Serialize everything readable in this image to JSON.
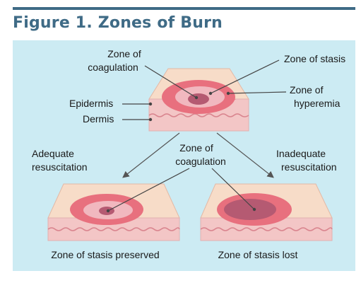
{
  "figure": {
    "title": "Figure 1. Zones of Burn"
  },
  "labels": {
    "top_coag_line1": "Zone of",
    "top_coag_line2": "coagulation",
    "stasis": "Zone of stasis",
    "hyper_line1": "Zone of",
    "hyper_line2": "hyperemia",
    "epidermis": "Epidermis",
    "dermis": "Dermis",
    "adequate_line1": "Adequate",
    "adequate_line2": "resuscitation",
    "mid_coag_line1": "Zone of",
    "mid_coag_line2": "coagulation",
    "inadequate_line1": "Inadequate",
    "inadequate_line2": "resuscitation",
    "preserved": "Zone of stasis preserved",
    "lost": "Zone of stasis lost"
  },
  "colors": {
    "title": "#3f6b86",
    "panel_background": "#ccebf3",
    "skin_top": "#f7dcc8",
    "skin_side": "#f3c6c6",
    "wound_outer": "#e8707e",
    "wound_inner": "#f1b8bf",
    "coagulation": "#b55a72",
    "line": "#444444"
  }
}
